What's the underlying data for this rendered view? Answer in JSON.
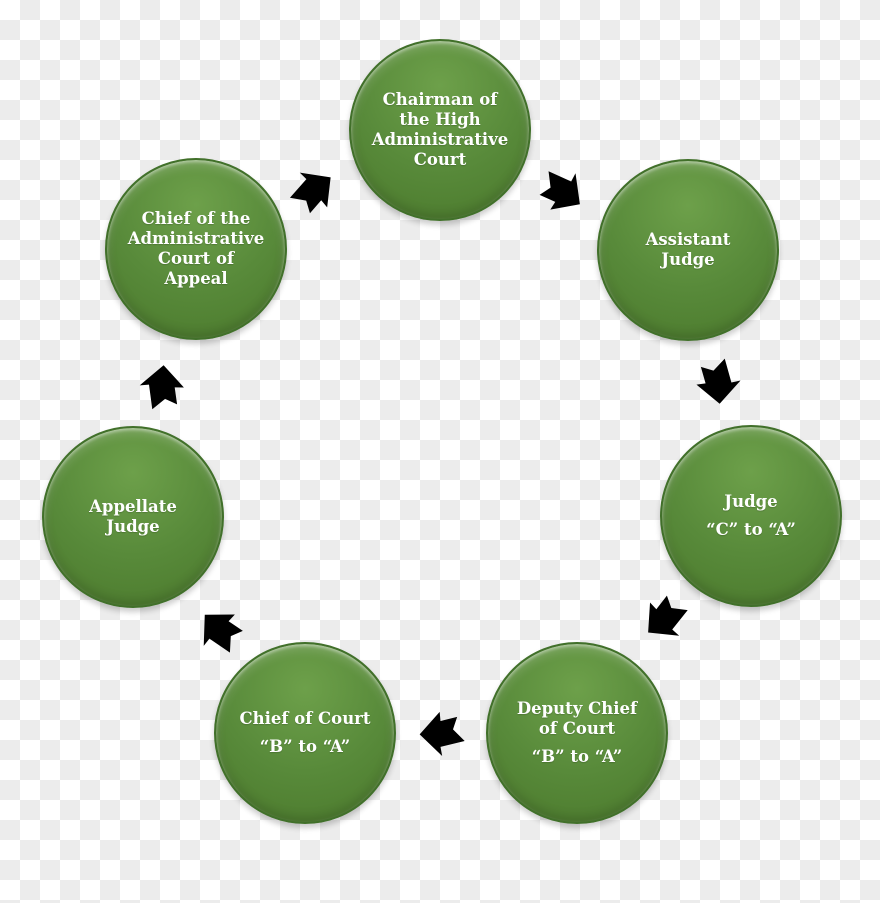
{
  "diagram": {
    "type": "cycle",
    "flow_direction": "clockwise",
    "nodes": [
      {
        "id": "chairman-high-admin-court",
        "label": "Chairman of the High Administrative Court",
        "lines": [
          "Chairman of",
          "the High",
          "Administrative",
          "Court"
        ]
      },
      {
        "id": "assistant-judge",
        "label": "Assistant Judge",
        "lines": [
          "Assistant",
          "Judge"
        ]
      },
      {
        "id": "judge-c-to-a",
        "label": "Judge “C” to “A”",
        "lines": [
          "Judge",
          "“C” to “A”"
        ]
      },
      {
        "id": "deputy-chief-of-court",
        "label": "Deputy Chief of Court “B” to “A”",
        "lines": [
          "Deputy Chief",
          "of Court",
          "“B” to “A”"
        ]
      },
      {
        "id": "chief-of-court",
        "label": "Chief of Court “B” to “A”",
        "lines": [
          "Chief of Court",
          "“B” to “A”"
        ]
      },
      {
        "id": "appellate-judge",
        "label": "Appellate Judge",
        "lines": [
          "Appellate",
          "Judge"
        ]
      },
      {
        "id": "chief-admin-court-appeal",
        "label": "Chief of the Administrative Court of Appeal",
        "lines": [
          "Chief of the",
          "Administrative",
          "Court of",
          "Appeal"
        ]
      }
    ],
    "arrows": [
      {
        "from": "chairman-high-admin-court",
        "to": "assistant-judge"
      },
      {
        "from": "assistant-judge",
        "to": "judge-c-to-a"
      },
      {
        "from": "judge-c-to-a",
        "to": "deputy-chief-of-court"
      },
      {
        "from": "deputy-chief-of-court",
        "to": "chief-of-court"
      },
      {
        "from": "chief-of-court",
        "to": "appellate-judge"
      },
      {
        "from": "appellate-judge",
        "to": "chief-admin-court-appeal"
      },
      {
        "from": "chief-admin-court-appeal",
        "to": "chairman-high-admin-court"
      }
    ]
  },
  "colors": {
    "node_fill": "#588a3a",
    "node_fill_light": "#6da04a",
    "node_fill_dark": "#4b792c",
    "node_border": "#41702a",
    "arrow_fill": "#578539",
    "text": "#ffffff",
    "checker_light": "#ffffff",
    "checker_gray": "#ececec"
  }
}
